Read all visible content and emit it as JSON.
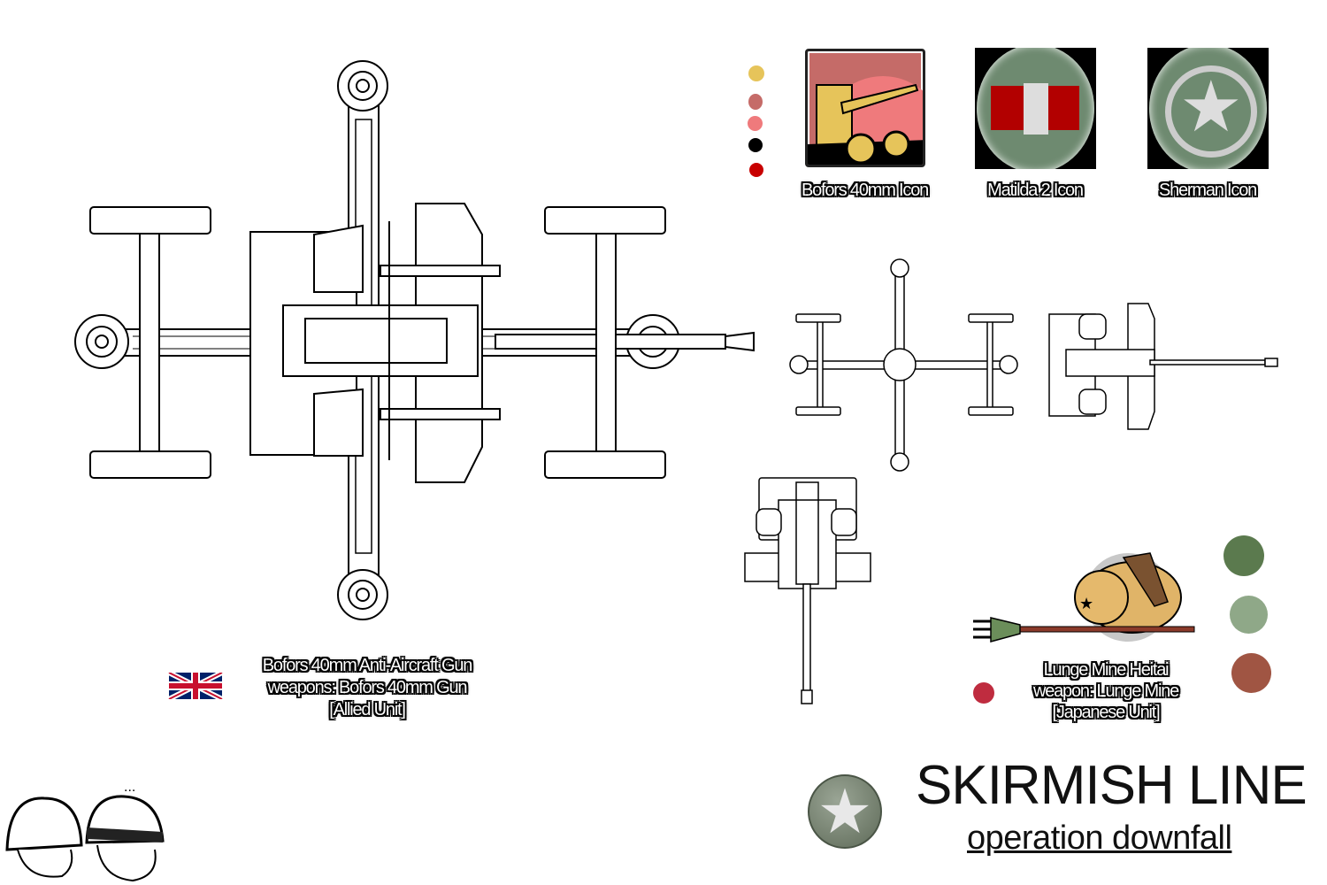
{
  "main_unit": {
    "name": "Bofors 40mm Anti-Aircraft Gun",
    "weapons": "weapons: Bofors 40mm Gun",
    "faction": "[Allied Unit]",
    "flag": "uk-flag-icon"
  },
  "icons": [
    {
      "label": "Bofors 40mm Icon"
    },
    {
      "label": "Matilda 2 Icon"
    },
    {
      "label": "Sherman Icon"
    }
  ],
  "palette_top": [
    "#e6c45a",
    "#c56b68",
    "#ef7a7c",
    "#000000",
    "#c80000"
  ],
  "enemy_unit": {
    "name": "Lunge Mine Heitai",
    "weapons": "weapon: Lunge Mine",
    "faction": "[Japanese Unit]",
    "marker_color": "#bf2c3f"
  },
  "palette_right": [
    "#5b7a4e",
    "#8fa888",
    "#a05543"
  ],
  "branding": {
    "title": "SKIRMISH LINE",
    "subtitle": "operation downfall"
  }
}
